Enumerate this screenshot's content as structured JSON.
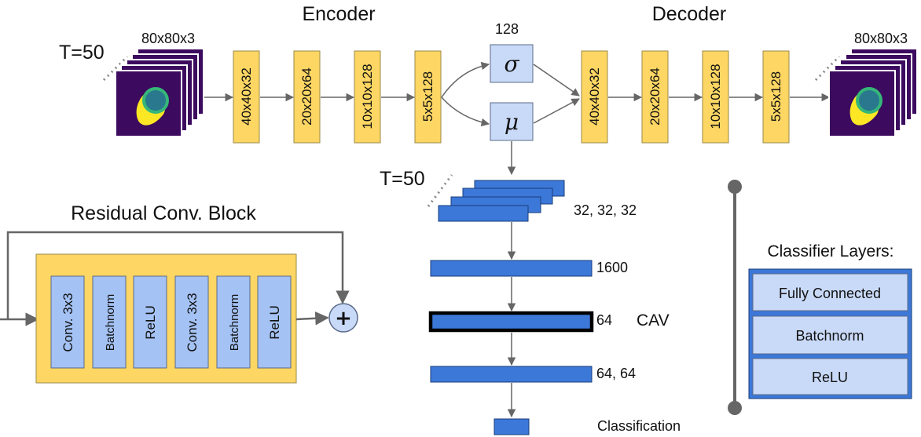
{
  "encoder": {
    "title": "Encoder",
    "timesteps_label": "T=50",
    "input_size": "80x80x3",
    "blocks": [
      "40x40x32",
      "20x20x64",
      "10x10x128",
      "5x5x128"
    ]
  },
  "latent": {
    "dim_label": "128",
    "sigma_symbol": "σ",
    "mu_symbol": "μ"
  },
  "decoder": {
    "title": "Decoder",
    "output_size": "80x80x3",
    "blocks": [
      "40x40x32",
      "20x20x64",
      "10x10x128",
      "5x5x128"
    ]
  },
  "classifier": {
    "timesteps_label": "T=50",
    "stack_label": "32, 32, 32",
    "layer1_label": "1600",
    "cav_size": "64",
    "cav_label": "CAV",
    "layer3_label": "64, 64",
    "output_label": "Classification"
  },
  "residual_block": {
    "title": "Residual Conv. Block",
    "layers": [
      "Conv. 3x3",
      "Batchnorm",
      "ReLU",
      "Conv. 3x3",
      "Batchnorm",
      "ReLU"
    ],
    "plus_symbol": "+"
  },
  "classifier_legend": {
    "title": "Classifier Layers:",
    "layers": [
      "Fully Connected",
      "Batchnorm",
      "ReLU"
    ]
  },
  "colors": {
    "yellow_block": "#fdd663",
    "yellow_stroke": "#9a8a4a",
    "light_blue": "#c9daf8",
    "blue_stroke": "#5a6a88",
    "classifier_blue": "#3c78d8",
    "frame_purple": "#3c0a5e",
    "arrow_gray": "#666666"
  }
}
